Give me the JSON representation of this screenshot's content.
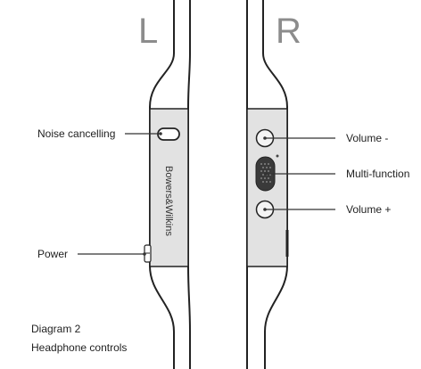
{
  "side_labels": {
    "left": "L",
    "right": "R"
  },
  "left_unit": {
    "callouts": {
      "noise_cancelling": "Noise cancelling",
      "power": "Power"
    },
    "brand": "Bowers&Wilkins"
  },
  "right_unit": {
    "callouts": {
      "volume_down": "Volume -",
      "multi_function": "Multi-function",
      "volume_up": "Volume +"
    }
  },
  "caption": {
    "line1": "Diagram 2",
    "line2": "Headphone controls"
  },
  "colors": {
    "panel": "#e2e2e2",
    "outline": "#222222",
    "leader": "#333333",
    "side_letter": "#8c8c8c"
  }
}
